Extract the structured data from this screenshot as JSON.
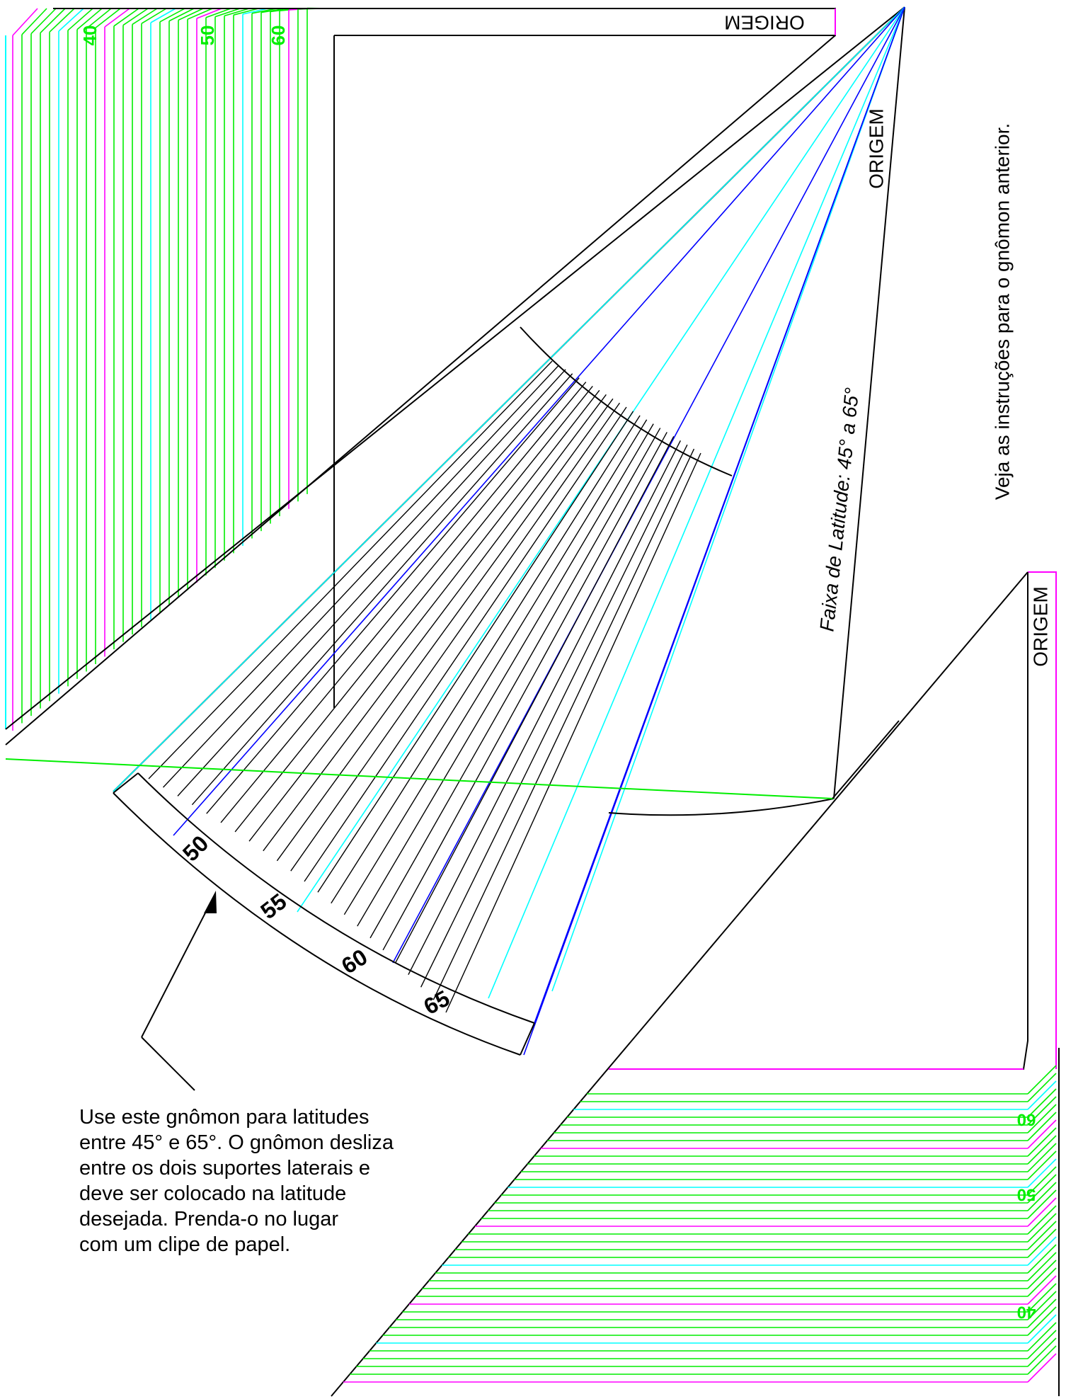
{
  "labels": {
    "origin_top": "ORIGEM",
    "origin_gnomon": "ORIGEM",
    "origin_right": "ORIGEM",
    "latitude_band": "Faixa de Latitude: 45° a 65°",
    "side_note": "Veja as instruções para o gnômon anterior.",
    "instructions": "Use este gnômon para latitudes\nentre 45° e 65°. O gnômon desliza\nentre os dois suportes laterais e\ndeve ser colocado na latitude\ndesejada. Prenda-o no lugar\ncom um clipe de papel."
  },
  "arc_scale": {
    "min_latitude": 45,
    "max_latitude": 65,
    "labelled_latitudes": [
      "50",
      "55",
      "60",
      "65"
    ]
  },
  "top_support_scale": [
    "40",
    "50",
    "60"
  ],
  "right_support_scale": [
    "40",
    "50",
    "60"
  ],
  "colors": {
    "decade": "#ff00ff",
    "five": "#00ffff",
    "unit": "#00ee00",
    "highlight": "#0000ff",
    "outline": "#000000"
  }
}
